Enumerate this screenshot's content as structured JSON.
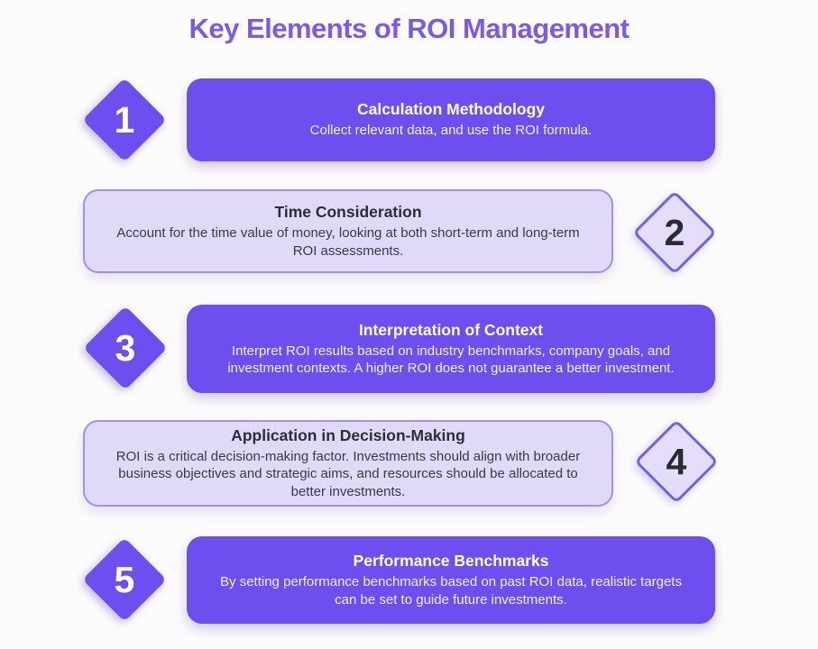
{
  "page": {
    "title": "Key Elements of ROI Management"
  },
  "colors": {
    "title_purple": "#7b5ae8",
    "solid_card_purple": "#6c4fee",
    "light_card_fill": "#e0daf8",
    "light_card_border": "#a291e8",
    "diamond_outline_border": "#7564e2",
    "dark_text": "#2e2c38",
    "white_text": "#ffffff"
  },
  "items": [
    {
      "number": "1",
      "title": "Calculation Methodology",
      "description": "Collect relevant data, and use the ROI formula.",
      "variant": "solid",
      "diamond_side": "left"
    },
    {
      "number": "2",
      "title": "Time Consideration",
      "description": "Account for the time value of money, looking at both short-term and long-term ROI assessments.",
      "variant": "outline",
      "diamond_side": "right"
    },
    {
      "number": "3",
      "title": "Interpretation of Context",
      "description": "Interpret ROI results based on industry benchmarks, company goals, and investment contexts. A higher ROI does not guarantee a better investment.",
      "variant": "solid",
      "diamond_side": "left"
    },
    {
      "number": "4",
      "title": "Application in Decision-Making",
      "description": "ROI is a critical decision-making factor. Investments should align with broader business objectives and strategic aims, and resources should be allocated to better investments.",
      "variant": "outline",
      "diamond_side": "right"
    },
    {
      "number": "5",
      "title": "Performance Benchmarks",
      "description": "By setting performance benchmarks based on past ROI data, realistic targets can be set to guide future investments.",
      "variant": "solid",
      "diamond_side": "left"
    }
  ]
}
